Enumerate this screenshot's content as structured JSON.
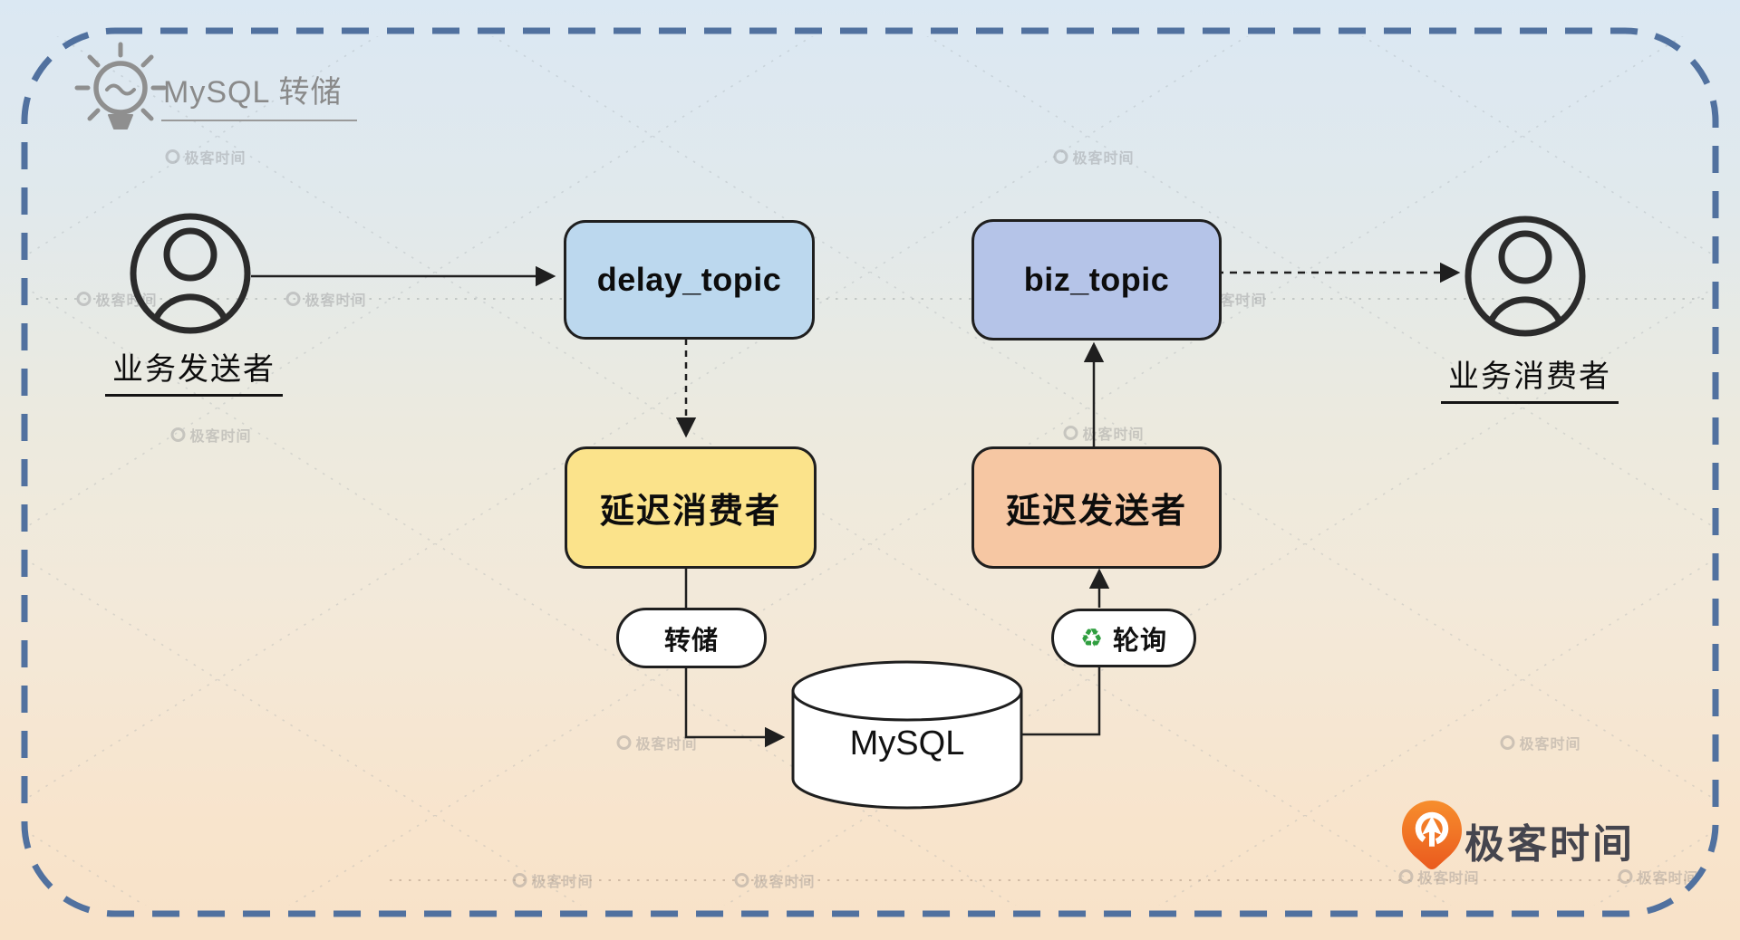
{
  "title": {
    "icon": "lightbulb",
    "text": "MySQL 转储"
  },
  "actors": {
    "sender": {
      "label": "业务发送者"
    },
    "consumer": {
      "label": "业务消费者"
    }
  },
  "nodes": {
    "delay_topic": {
      "label": "delay_topic",
      "fill": "#bcd8ee"
    },
    "biz_topic": {
      "label": "biz_topic",
      "fill": "#b5c4e8"
    },
    "delay_consumer": {
      "label": "延迟消费者",
      "fill": "#fbe38b"
    },
    "delay_sender": {
      "label": "延迟发送者",
      "fill": "#f6c7a3"
    },
    "mysql": {
      "label": "MySQL",
      "fill": "#ffffff"
    }
  },
  "edges": {
    "dump": {
      "label": "转储"
    },
    "poll": {
      "label": "轮询",
      "icon": "♻"
    }
  },
  "branding": {
    "logo_text": "极客时间",
    "logo_color": "#ee6a20",
    "watermark_text": "极客时间"
  },
  "colors": {
    "border_dash": "#51719f",
    "connector": "#1f1f1f",
    "bg_top": "#dbe8f3",
    "bg_bottom": "#f8e2c8"
  }
}
